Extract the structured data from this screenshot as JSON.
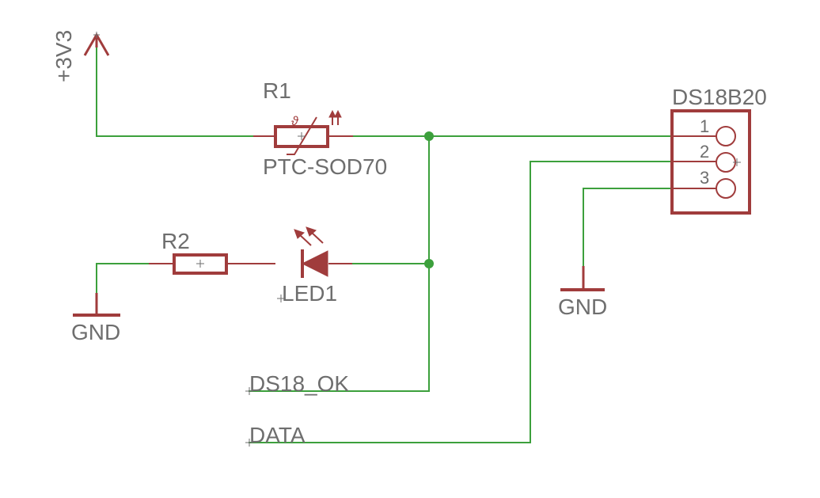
{
  "power": {
    "label": "+3V3"
  },
  "r1": {
    "name": "R1",
    "value": "PTC-SOD70"
  },
  "r2": {
    "name": "R2"
  },
  "led1": {
    "name": "LED1"
  },
  "gnd_left": {
    "label": "GND"
  },
  "gnd_right": {
    "label": "GND"
  },
  "sensor": {
    "name": "DS18B20",
    "pins": [
      "1",
      "2",
      "3"
    ]
  },
  "nets": {
    "ds18_ok": "DS18_OK",
    "data": "DATA"
  },
  "colors": {
    "wire": "#3ca03c",
    "part": "#a03c3c",
    "text": "#6e6e6e",
    "background": "#ffffff"
  }
}
